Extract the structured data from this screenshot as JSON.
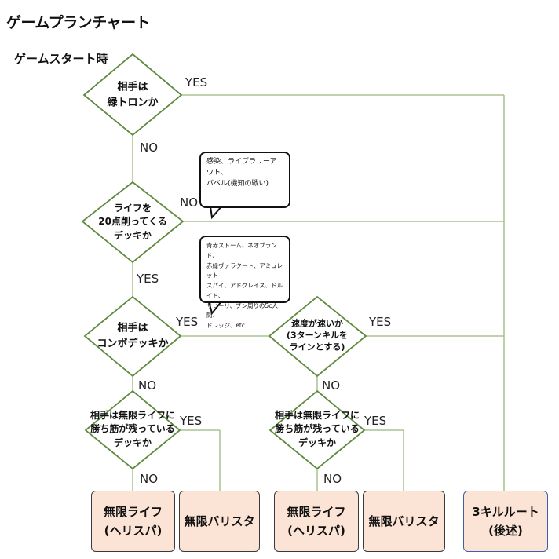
{
  "title": "ゲームプランチャート",
  "subtitle": "ゲームスタート時",
  "decisions": {
    "d1": "相手は\n緑トロンか",
    "d2": "ライフを\n20点削ってくる\nデッキか",
    "d3": "相手は\nコンボデッキか",
    "d4": "速度が速いか\n(3ターンキルを\nラインとする)",
    "d5": "相手は無限ライフに\n勝ち筋が残っている\nデッキか",
    "d6": "相手は無限ライフに\n勝ち筋が残っている\nデッキか"
  },
  "labels": {
    "yes": "YES",
    "no": "NO"
  },
  "notes": {
    "n1": "感染、ライブラリーアウト、\nバベル(機知の戦い)",
    "n2": "青赤ストーム、ネオブランド、\n赤緑ヴァラクート、アミュレット\nスパイ、アドグレイス、ドルイド、\nサヒーリ、ブン周りの5c人間、\nドレッジ、etc…"
  },
  "outcomes": {
    "o1": "無限ライフ\n(ヘリスパ)",
    "o2": "無限バリスタ",
    "o3": "無限ライフ\n(ヘリスパ)",
    "o4": "無限バリスタ",
    "o5": "3キルルート\n(後述)"
  },
  "colors": {
    "diamond_stroke": "#5f8a3f",
    "line": "#8fae6a",
    "box_fill": "#fbe3d5",
    "box_border_blue": "#3d5fa8"
  }
}
